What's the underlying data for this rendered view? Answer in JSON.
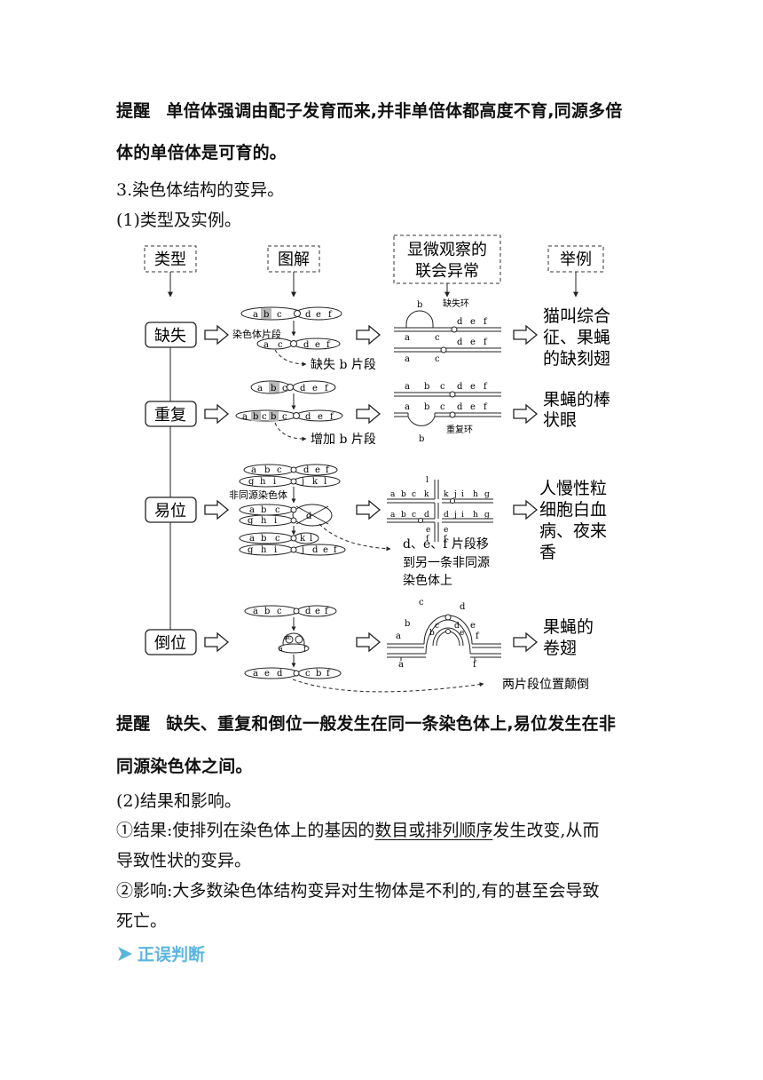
{
  "tip1": {
    "label": "提醒",
    "line1": "单倍体强调由配子发育而来,并非单倍体都高度不育,同源多倍",
    "line2": "体的单倍体是可育的。"
  },
  "heading3": "3.染色体结构的变异。",
  "sub1": "(1)类型及实例。",
  "diagram": {
    "col_headers": {
      "type": "类型",
      "illustration": "图解",
      "micro_line1": "显微观察的",
      "micro_line2": "联会异常",
      "example": "举例"
    },
    "rows": [
      {
        "type": "缺失",
        "example_lines": [
          "猫叫综合",
          "征、果蝇",
          "的缺刻翅"
        ]
      },
      {
        "type": "重复",
        "example_lines": [
          "果蝇的棒",
          "状眼"
        ]
      },
      {
        "type": "易位",
        "example_lines": [
          "人慢性粒",
          "细胞白血",
          "病、夜来",
          "香"
        ]
      },
      {
        "type": "倒位",
        "example_lines": [
          "果蝇的",
          "卷翅"
        ]
      }
    ],
    "notes": {
      "segment": "染色体片段",
      "lose_b": "缺失 b 片段",
      "add_b": "增加 b 片段",
      "nonhomologous": "非同源染色体",
      "translocation_1": "d、e、f 片段移",
      "translocation_2": "到另一条非同源",
      "translocation_3": "染色体上",
      "inversion": "两片段位置颠倒",
      "deletion_loop": "缺失环",
      "duplication_loop": "重复环"
    }
  },
  "tip2": {
    "label": "提醒",
    "line1": "缺失、重复和倒位一般发生在同一条染色体上,易位发生在非",
    "line2": "同源染色体之间。"
  },
  "sub2": "(2)结果和影响。",
  "result": {
    "prefix": "①结果:使排列在染色体上的基因的",
    "underlined": "数目或排列顺序",
    "suffix": "发生改变,从而",
    "line2": "导致性状的变异。"
  },
  "impact": {
    "line1": "②影响:大多数染色体结构变异对生物体是不利的,有的甚至会导致",
    "line2": "死亡。"
  },
  "section_title": "正误判断",
  "colors": {
    "accent": "#5bb5e0",
    "shade": "#b9b9b9",
    "text": "#111111"
  }
}
